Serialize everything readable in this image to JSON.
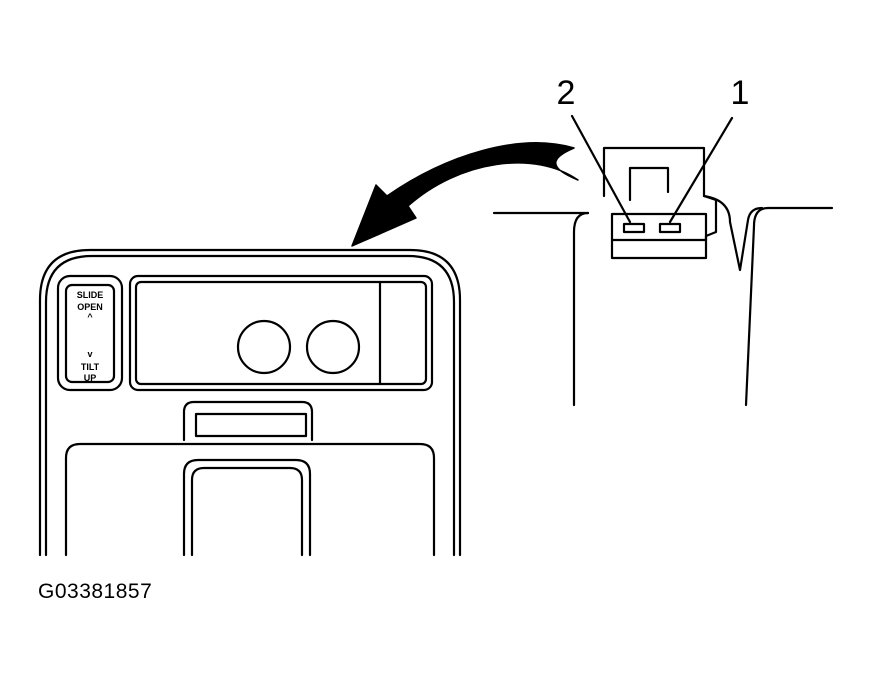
{
  "callouts": {
    "terminal_2": "2",
    "terminal_1": "1"
  },
  "switch": {
    "top_line_1": "SLIDE",
    "top_line_2": "OPEN",
    "up_arrow": "^",
    "down_arrow": "v",
    "bottom_line_1": "TILT",
    "bottom_line_2": "UP"
  },
  "figure_code": "G03381857",
  "colors": {
    "line": "#000000",
    "background": "#ffffff"
  }
}
